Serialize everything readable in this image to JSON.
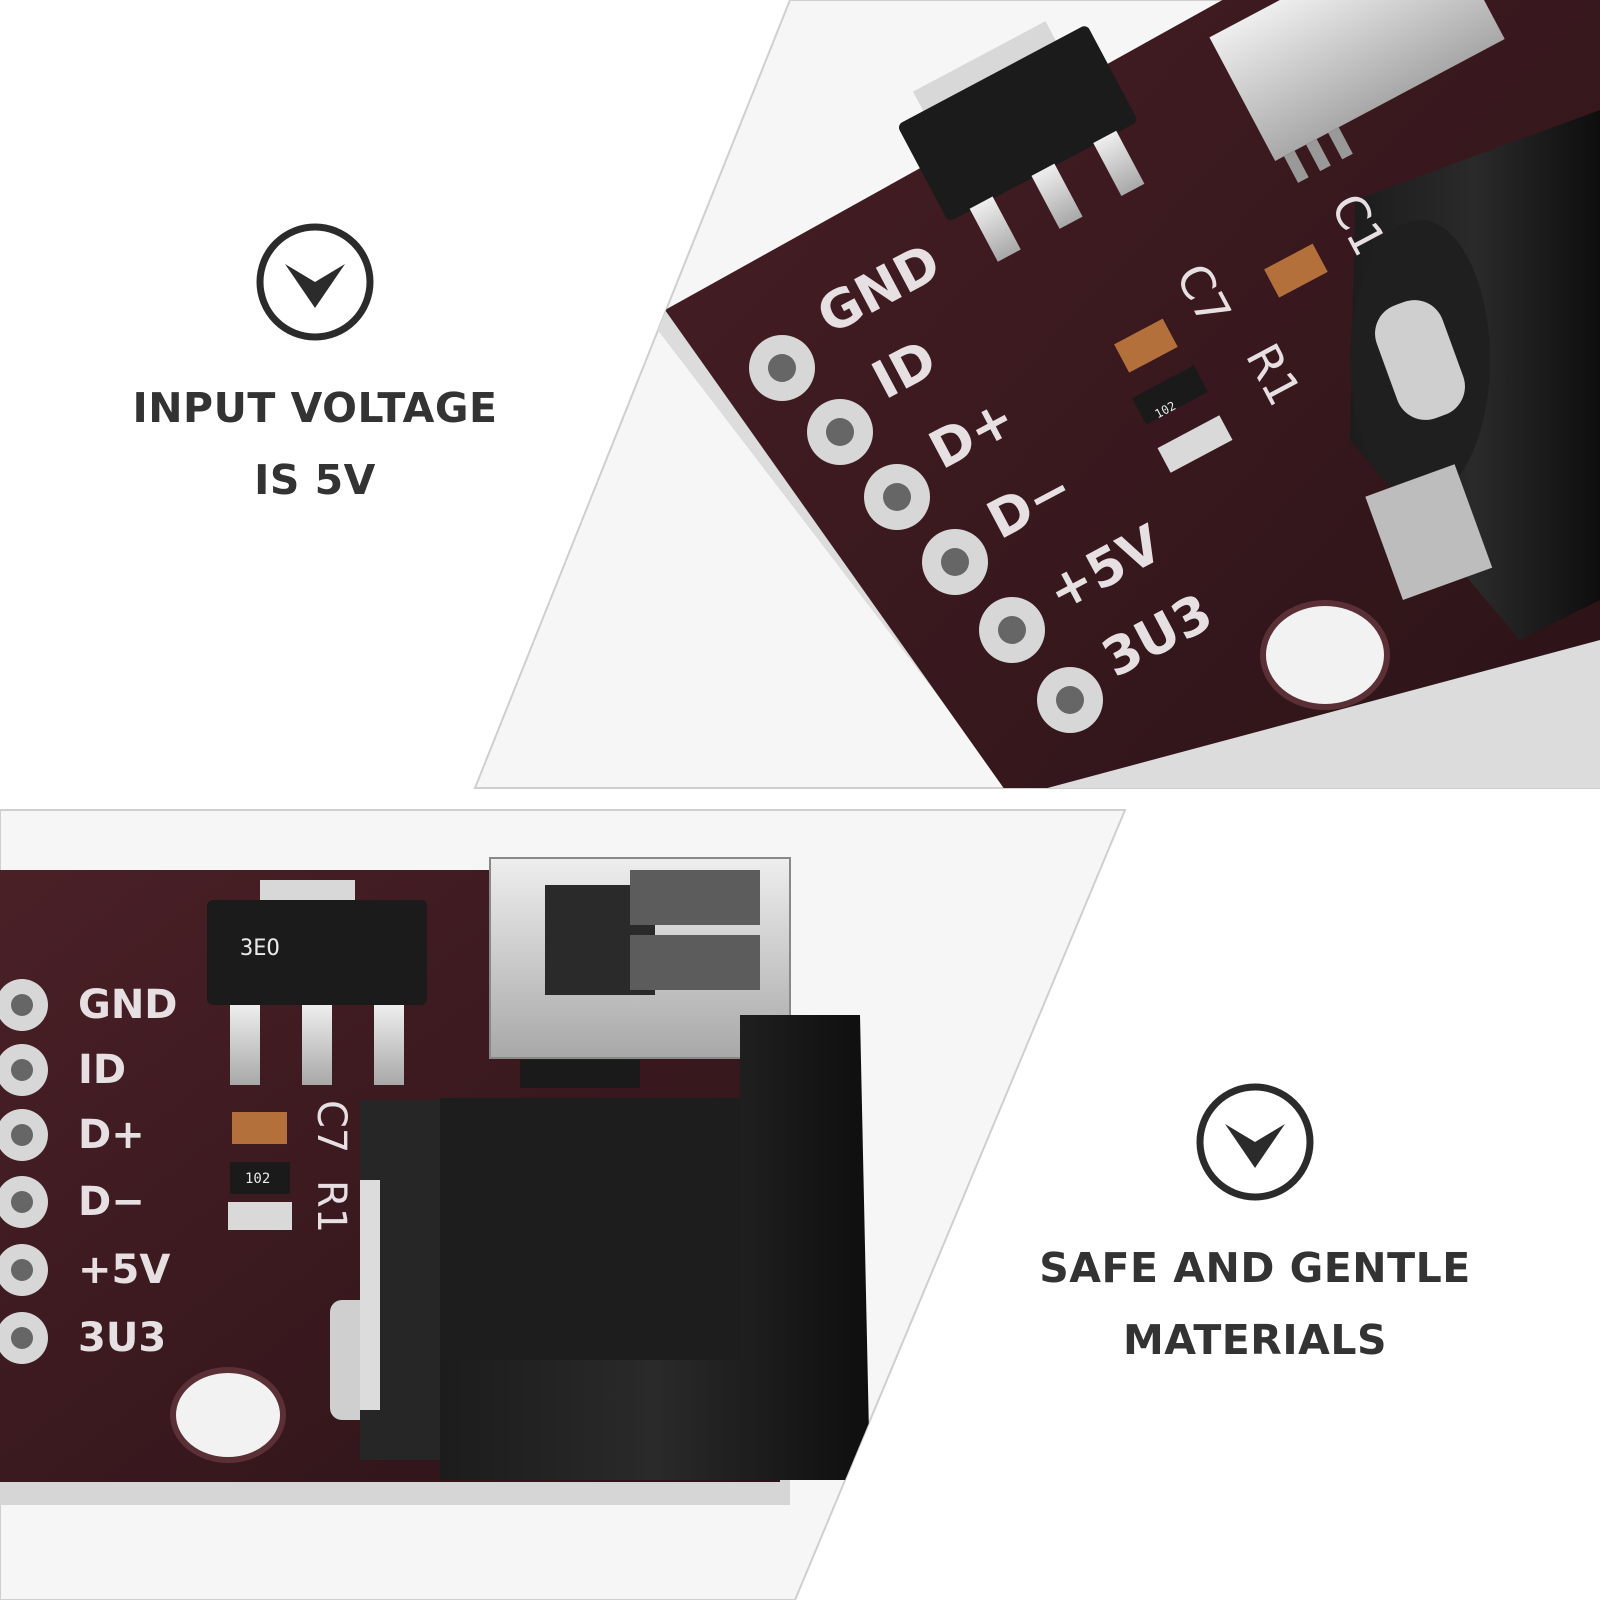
{
  "features": [
    {
      "icon": "chevron-down-circle-icon",
      "line1": "INPUT VOLTAGE",
      "line2": "IS 5V"
    },
    {
      "icon": "chevron-down-circle-icon",
      "line1": "SAFE AND GENTLE",
      "line2": "MATERIALS"
    }
  ],
  "board": {
    "pins": [
      "GND",
      "ID",
      "D+",
      "D−",
      "+5V",
      "3U3"
    ],
    "silkscreen": {
      "c1": "C1",
      "c7": "C7",
      "r1": "R1",
      "ic": "3EO",
      "resistor": "102"
    }
  },
  "colors": {
    "pcb": "#3a1a1f",
    "text": "#333333",
    "silk": "#e6e0e3",
    "jack": "#111111"
  }
}
